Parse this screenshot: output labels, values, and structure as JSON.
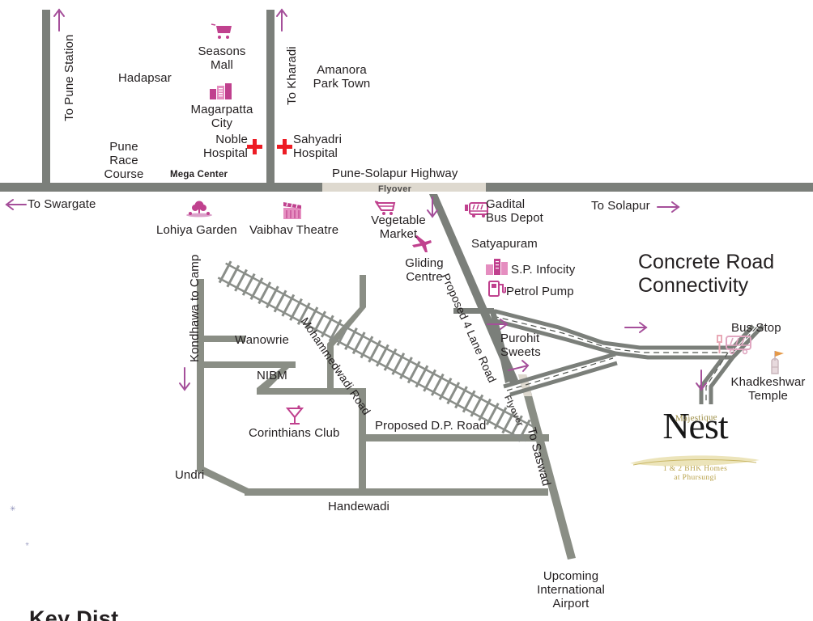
{
  "map": {
    "title": "Concrete Road Connectivity",
    "title_line1": "Concrete Road",
    "title_line2": "Connectivity",
    "bottom_cut_text": "Key Dist"
  },
  "colors": {
    "road": "#7b7f7a",
    "road_light": "#9a9e99",
    "flyover": "#ded9cf",
    "arrow_purple": "#a54f9a",
    "icon_pink": "#c0418e",
    "icon_red": "#ed1c24",
    "text": "#231f20",
    "logo_gold": "#b9a24a",
    "rail": "#8a8e89"
  },
  "direction_labels": [
    {
      "name": "to-pune-station",
      "text": "To Pune Station",
      "orientation": "vertical",
      "arrow": "up"
    },
    {
      "name": "to-kharadi",
      "text": "To Kharadi",
      "orientation": "vertical",
      "arrow": "up"
    },
    {
      "name": "to-swargate",
      "text": "To Swargate",
      "orientation": "horizontal",
      "arrow": "left"
    },
    {
      "name": "to-solapur",
      "text": "To Solapur",
      "orientation": "horizontal",
      "arrow": "right"
    },
    {
      "name": "kondhawa-to-camp",
      "text": "Kondhawa to Camp",
      "orientation": "vertical",
      "arrow": "down"
    },
    {
      "name": "to-saswad",
      "text": "To Saswad",
      "orientation": "diagonal",
      "arrow": "none"
    }
  ],
  "roads": [
    {
      "name": "pune-solapur-highway",
      "label": "Pune-Solapur Highway"
    },
    {
      "name": "flyover-highway",
      "label": "Flyover"
    },
    {
      "name": "flyover-railway",
      "label": "Flyover"
    },
    {
      "name": "proposed-4-lane-road",
      "label": "Proposed 4 Lane Road"
    },
    {
      "name": "mohammedwadi-road",
      "label": "Mohammedwadi Road"
    },
    {
      "name": "proposed-dp-road",
      "label": "Proposed D.P. Road"
    }
  ],
  "places": [
    {
      "name": "hadapsar",
      "label": "Hadapsar"
    },
    {
      "name": "seasons-mall",
      "label": "Seasons\nMall",
      "icon": "shopping-cart-icon"
    },
    {
      "name": "magarpatta-city",
      "label": "Magarpatta\nCity",
      "icon": "buildings-icon"
    },
    {
      "name": "amanora-park-town",
      "label": "Amanora\nPark Town"
    },
    {
      "name": "pune-race-course",
      "label": "Pune\nRace\nCourse"
    },
    {
      "name": "noble-hospital",
      "label": "Noble\nHospital",
      "icon": "red-cross-icon"
    },
    {
      "name": "sahyadri-hospital",
      "label": "Sahyadri\nHospital",
      "icon": "red-cross-icon"
    },
    {
      "name": "mega-center",
      "label": "Mega Center"
    },
    {
      "name": "lohiya-garden",
      "label": "Lohiya Garden",
      "icon": "tree-icon"
    },
    {
      "name": "vaibhav-theatre",
      "label": "Vaibhav Theatre",
      "icon": "clapperboard-icon"
    },
    {
      "name": "vegetable-market",
      "label": "Vegetable\nMarket",
      "icon": "shopping-cart-icon"
    },
    {
      "name": "gliding-centre",
      "label": "Gliding\nCentre",
      "icon": "plane-icon"
    },
    {
      "name": "gadital-bus-depot",
      "label": "Gadital\nBus Depot",
      "icon": "bus-icon"
    },
    {
      "name": "satyapuram",
      "label": "Satyapuram"
    },
    {
      "name": "sp-infocity",
      "label": "S.P. Infocity",
      "icon": "buildings-icon"
    },
    {
      "name": "petrol-pump",
      "label": "Petrol Pump",
      "icon": "fuel-pump-icon"
    },
    {
      "name": "purohit-sweets",
      "label": "Purohit\nSweets"
    },
    {
      "name": "bus-stop",
      "label": "Bus Stop",
      "icon": "bus-stop-icon"
    },
    {
      "name": "khadkeshwar-temple",
      "label": "Khadkeshwar\nTemple",
      "icon": "temple-icon"
    },
    {
      "name": "wanowrie",
      "label": "Wanowrie"
    },
    {
      "name": "nibm",
      "label": "NIBM"
    },
    {
      "name": "corinthians-club",
      "label": "Corinthians Club",
      "icon": "cocktail-icon"
    },
    {
      "name": "undri",
      "label": "Undri"
    },
    {
      "name": "handewadi",
      "label": "Handewadi"
    },
    {
      "name": "upcoming-international-airport",
      "label": "Upcoming\nInternational\nAirport"
    }
  ],
  "logo": {
    "brand": "Majestique",
    "word": "Nest",
    "tagline_line1": "1 & 2 BHK Homes",
    "tagline_line2": "at Phursungi"
  }
}
